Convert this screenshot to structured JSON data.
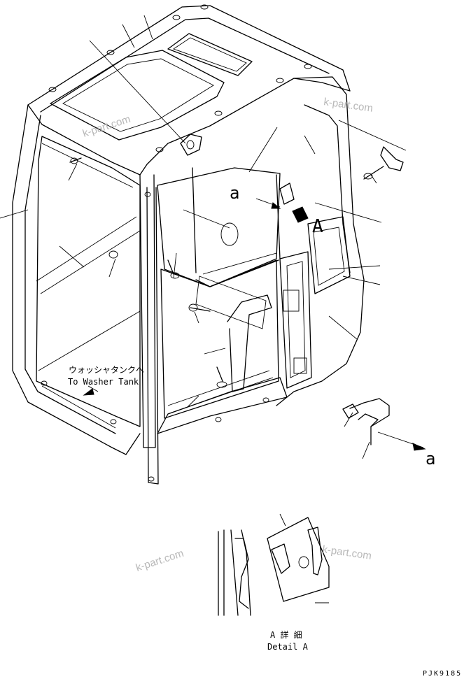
{
  "watermarks": [
    "k-part.com",
    "k-part.com",
    "k-part.com",
    "k-part.com"
  ],
  "view_markers": {
    "a_left": "a",
    "a_right": "a",
    "detail_ref": "A"
  },
  "annotation": {
    "jp": "ウォッシャタンクへ",
    "en": "To Washer Tank"
  },
  "detail_caption": {
    "jp": "A 詳 細",
    "en": "Detail A"
  },
  "drawing_code": "PJK9185"
}
